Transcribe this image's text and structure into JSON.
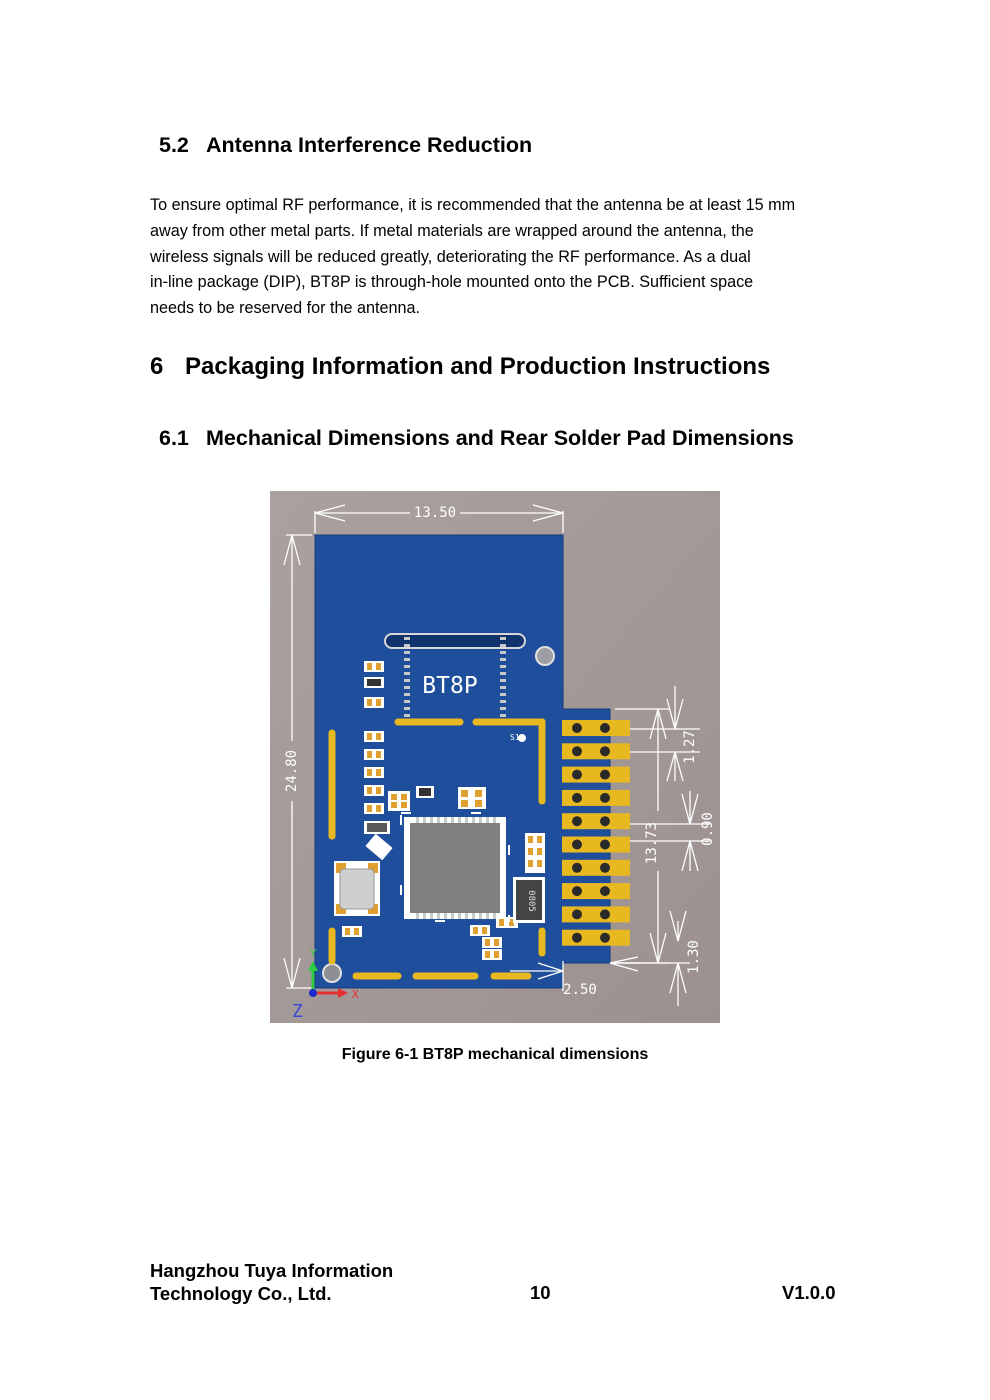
{
  "section_5_2": {
    "number": "5.2",
    "title": "Antenna Interference Reduction"
  },
  "paragraph": {
    "lines": [
      "To ensure optimal RF performance, it is recommended that the antenna be at least 15 mm",
      "away from other metal parts. If metal materials are wrapped around the antenna, the",
      "wireless signals will be reduced greatly, deteriorating the RF performance. As a dual",
      "in-line package (DIP), BT8P is through-hole mounted onto the PCB. Sufficient space",
      "needs to be reserved for the antenna."
    ]
  },
  "section_6": {
    "number": "6",
    "title": "Packaging Information and Production Instructions"
  },
  "section_6_1": {
    "number": "6.1",
    "title": "Mechanical Dimensions and Rear Solder Pad Dimensions"
  },
  "figure": {
    "board_label": "BT8P",
    "silk_s1": "S1",
    "inductor_label": "0805",
    "dims": {
      "width": "13.50",
      "height": "24.80",
      "pad_span": "13.73",
      "pitch": "1.27",
      "pad_width": "0.90",
      "bottom_offset": "1.30",
      "edge_offset": "2.50"
    },
    "axis_label": "Z",
    "colors": {
      "background": "#a59a98",
      "pcb": "#1e4e9c",
      "gold": "#e8b820",
      "chip": "#808080"
    },
    "caption": "Figure 6-1 BT8P mechanical dimensions"
  },
  "footer": {
    "company_line1": "Hangzhou Tuya Information",
    "company_line2": "Technology Co., Ltd.",
    "page": "10",
    "version": "V1.0.0"
  }
}
